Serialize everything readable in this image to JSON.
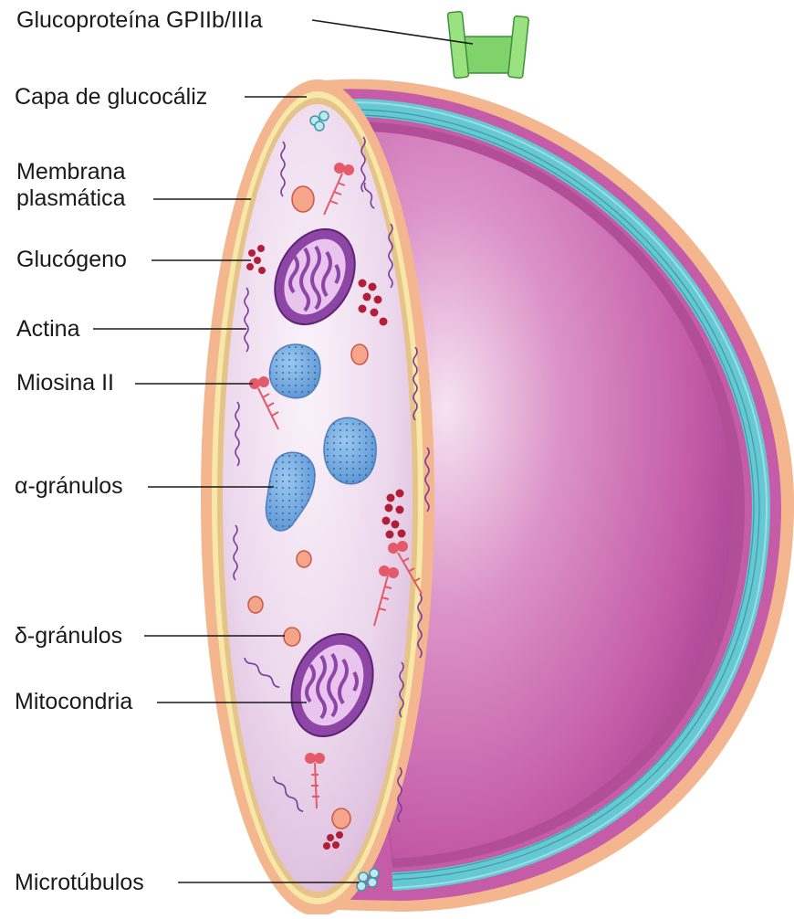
{
  "labels": {
    "glycoprotein": "Glucoproteína GPIIb/IIIa",
    "glycocalyx": "Capa de glucocáliz",
    "membrane_line1": "Membrana",
    "membrane_line2": "plasmática",
    "glycogen": "Glucógeno",
    "actin": "Actina",
    "myosin": "Miosina II",
    "alpha_granules": "α-gránulos",
    "delta_granules": "δ-gránulos",
    "mitochondria": "Mitocondria",
    "microtubules": "Microtúbulos"
  },
  "colors": {
    "outer_coat": "#f3b68f",
    "membrane": "#f7e8a8",
    "microtubule": "#66c8d2",
    "cytoplasm": "#e7cfe7",
    "sphere": "#c45ca8",
    "alpha_granule": "#6aa6de",
    "mitochondria": "#8e46a6",
    "glycogen": "#b01e38",
    "myosin": "#e45a68",
    "glycoprotein": "#7fd36a"
  }
}
